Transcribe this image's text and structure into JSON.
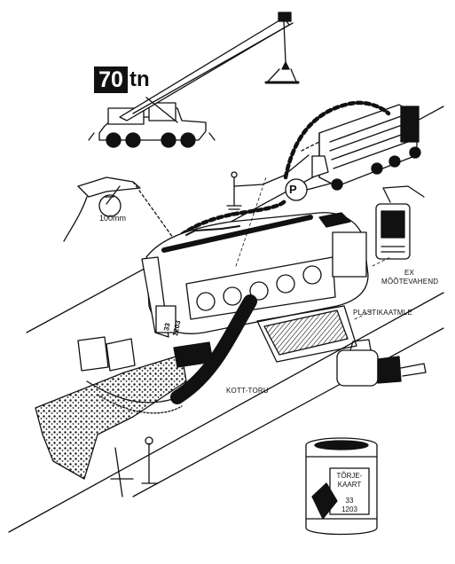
{
  "crane": {
    "capacity_number": "70",
    "capacity_unit": "tn"
  },
  "connector": {
    "size": "100mm"
  },
  "grounding_symbol": {
    "letter": "P"
  },
  "labels": {
    "ex_meter_line1": "EX",
    "ex_meter_line2": "MÕÕTEVAHEND",
    "plastic_cover": "PLASTIKAATMLE",
    "hose": "KOTT-TORU"
  },
  "hazard_plate": {
    "top": "33",
    "bottom": "1203"
  },
  "drum": {
    "card_line1": "TÕRJE-",
    "card_line2": "KAART",
    "code_top": "33",
    "code_bottom": "1203"
  },
  "colors": {
    "ink": "#111111",
    "paper": "#ffffff"
  }
}
